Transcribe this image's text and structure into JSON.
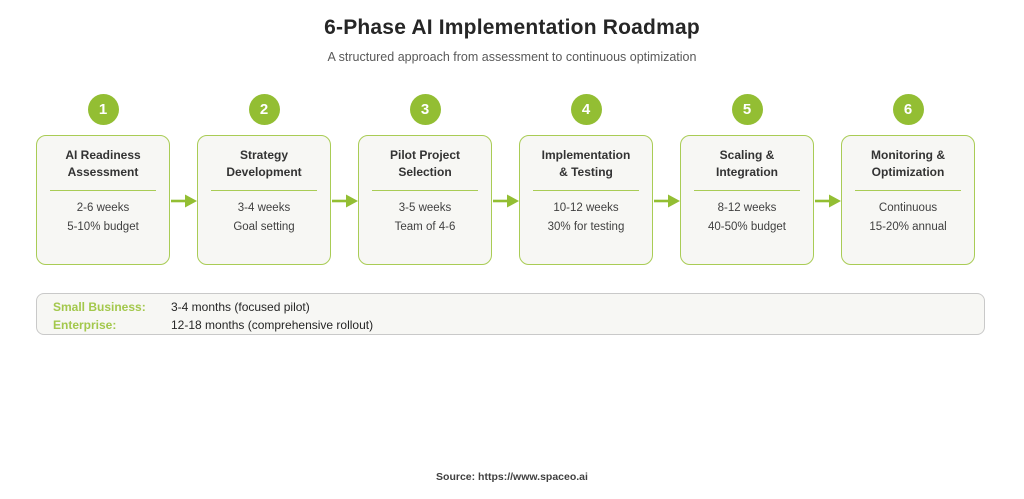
{
  "colors": {
    "accent_green": "#93BE33",
    "card_border_green": "#A9CC55",
    "card_background": "#F7F7F4",
    "timeline_border_gray": "#C9C9C9",
    "title_text": "#262626",
    "subtitle_text": "#595959"
  },
  "header": {
    "title": "6-Phase AI Implementation Roadmap",
    "subtitle": "A structured approach from assessment to continuous optimization"
  },
  "phases": [
    {
      "number": "1",
      "title_line1": "AI Readiness",
      "title_line2": "Assessment",
      "detail1": "2-6 weeks",
      "detail2": "5-10% budget"
    },
    {
      "number": "2",
      "title_line1": "Strategy",
      "title_line2": "Development",
      "detail1": "3-4 weeks",
      "detail2": "Goal setting"
    },
    {
      "number": "3",
      "title_line1": "Pilot Project",
      "title_line2": "Selection",
      "detail1": "3-5 weeks",
      "detail2": "Team of 4-6"
    },
    {
      "number": "4",
      "title_line1": "Implementation",
      "title_line2": "& Testing",
      "detail1": "10-12 weeks",
      "detail2": "30% for testing"
    },
    {
      "number": "5",
      "title_line1": "Scaling &",
      "title_line2": "Integration",
      "detail1": "8-12 weeks",
      "detail2": "40-50% budget"
    },
    {
      "number": "6",
      "title_line1": "Monitoring &",
      "title_line2": "Optimization",
      "detail1": "Continuous",
      "detail2": "15-20% annual"
    }
  ],
  "timeline_summary": {
    "rows": [
      {
        "label": "Small Business:",
        "value": "3-4 months (focused pilot)"
      },
      {
        "label": "Enterprise:",
        "value": "12-18 months (comprehensive rollout)"
      }
    ]
  },
  "footer": {
    "source": "Source: https://www.spaceo.ai"
  }
}
